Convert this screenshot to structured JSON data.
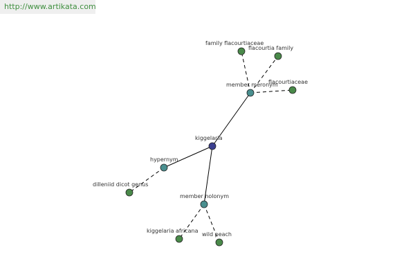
{
  "header": {
    "url_text": "http://www.artikata.com"
  },
  "colors": {
    "center_node": "#3b3f8f",
    "relation_node": "#4a8f8f",
    "term_node": "#4a8a4a",
    "edge": "#000000",
    "url_text": "#3f8f3f",
    "url_background": "#efefef"
  },
  "graph": {
    "nodes": [
      {
        "id": "kiggelaria",
        "label": "kiggelaria",
        "kind": "center"
      },
      {
        "id": "member_meronym",
        "label": "member meronym",
        "kind": "relation"
      },
      {
        "id": "hypernym",
        "label": "hypernym",
        "kind": "relation"
      },
      {
        "id": "member_holonym",
        "label": "member holonym",
        "kind": "relation"
      },
      {
        "id": "family_flacourtiaceae",
        "label": "family flacourtiaceae",
        "kind": "term"
      },
      {
        "id": "flacourtia_family",
        "label": "flacourtia family",
        "kind": "term"
      },
      {
        "id": "flacourtiaceae",
        "label": "flacourtiaceae",
        "kind": "term"
      },
      {
        "id": "dilleniid_dicot_genus",
        "label": "dilleniid dicot genus",
        "kind": "term"
      },
      {
        "id": "kiggelaria_africana",
        "label": "kiggelaria africana",
        "kind": "term"
      },
      {
        "id": "wild_peach",
        "label": "wild peach",
        "kind": "term"
      }
    ],
    "edges": [
      {
        "from": "kiggelaria",
        "to": "member_meronym",
        "style": "solid"
      },
      {
        "from": "kiggelaria",
        "to": "hypernym",
        "style": "solid"
      },
      {
        "from": "kiggelaria",
        "to": "member_holonym",
        "style": "solid"
      },
      {
        "from": "member_meronym",
        "to": "family_flacourtiaceae",
        "style": "dashed"
      },
      {
        "from": "member_meronym",
        "to": "flacourtia_family",
        "style": "dashed"
      },
      {
        "from": "member_meronym",
        "to": "flacourtiaceae",
        "style": "dashed"
      },
      {
        "from": "hypernym",
        "to": "dilleniid_dicot_genus",
        "style": "dashed"
      },
      {
        "from": "member_holonym",
        "to": "kiggelaria_africana",
        "style": "dashed"
      },
      {
        "from": "member_holonym",
        "to": "wild_peach",
        "style": "dashed"
      }
    ]
  }
}
